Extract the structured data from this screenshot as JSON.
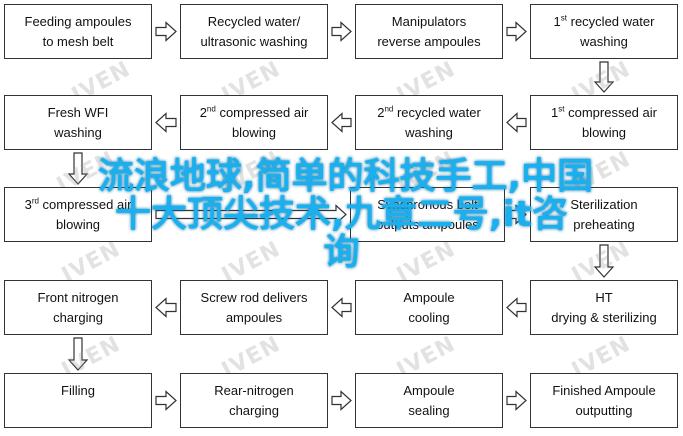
{
  "nodes": [
    {
      "id": "n1",
      "lines": [
        "Feeding ampoules",
        "to mesh belt"
      ]
    },
    {
      "id": "n2",
      "lines": [
        "Recycled water/",
        "ultrasonic washing"
      ]
    },
    {
      "id": "n3",
      "lines": [
        "Manipulators",
        "reverse ampoules"
      ]
    },
    {
      "id": "n4",
      "sup": "st",
      "lines": [
        "1 recycled water",
        "washing"
      ]
    },
    {
      "id": "n5",
      "lines": [
        "Fresh WFI",
        "washing"
      ]
    },
    {
      "id": "n6",
      "sup": "nd",
      "lines": [
        "2 compressed air",
        "blowing"
      ]
    },
    {
      "id": "n7",
      "sup": "nd",
      "lines": [
        "2 recycled water",
        "washing"
      ]
    },
    {
      "id": "n8",
      "sup": "st",
      "lines": [
        "1 compressed air",
        "blowing"
      ]
    },
    {
      "id": "n9",
      "sup": "rd",
      "lines": [
        "3 compressed air",
        "blowing"
      ]
    },
    {
      "id": "n10",
      "lines": [
        "Synchronous belt",
        "outputs ampoules"
      ]
    },
    {
      "id": "n11",
      "lines": [
        "Sterilization",
        "preheating"
      ]
    },
    {
      "id": "n12",
      "lines": [
        "Front nitrogen",
        "charging"
      ]
    },
    {
      "id": "n13",
      "lines": [
        "Screw rod delivers",
        "ampoules"
      ]
    },
    {
      "id": "n14",
      "lines": [
        "Ampoule",
        "cooling"
      ]
    },
    {
      "id": "n15",
      "lines": [
        "HT",
        "drying & sterilizing"
      ]
    },
    {
      "id": "n16",
      "lines": [
        "Filling",
        ""
      ]
    },
    {
      "id": "n17",
      "lines": [
        "Rear-nitrogen",
        "charging"
      ]
    },
    {
      "id": "n18",
      "lines": [
        "Ampoule",
        "sealing"
      ]
    },
    {
      "id": "n19",
      "lines": [
        "Finished Ampoule",
        "outputting"
      ]
    }
  ],
  "edges": [
    [
      "n1",
      "n2"
    ],
    [
      "n2",
      "n3"
    ],
    [
      "n3",
      "n4"
    ],
    [
      "n4",
      "n8"
    ],
    [
      "n8",
      "n7"
    ],
    [
      "n7",
      "n6"
    ],
    [
      "n6",
      "n5"
    ],
    [
      "n5",
      "n9"
    ],
    [
      "n9",
      "n10"
    ],
    [
      "n10",
      "n11"
    ],
    [
      "n11",
      "n15"
    ],
    [
      "n15",
      "n14"
    ],
    [
      "n14",
      "n13"
    ],
    [
      "n13",
      "n12"
    ],
    [
      "n12",
      "n16"
    ],
    [
      "n16",
      "n17"
    ],
    [
      "n17",
      "n18"
    ],
    [
      "n18",
      "n19"
    ]
  ],
  "watermark": "IVEN",
  "overlay_text": {
    "line1": "流浪地球,简单的科技手工,中国",
    "line2": "十大顶尖技术,九章二号,it咨",
    "line3": "询"
  }
}
